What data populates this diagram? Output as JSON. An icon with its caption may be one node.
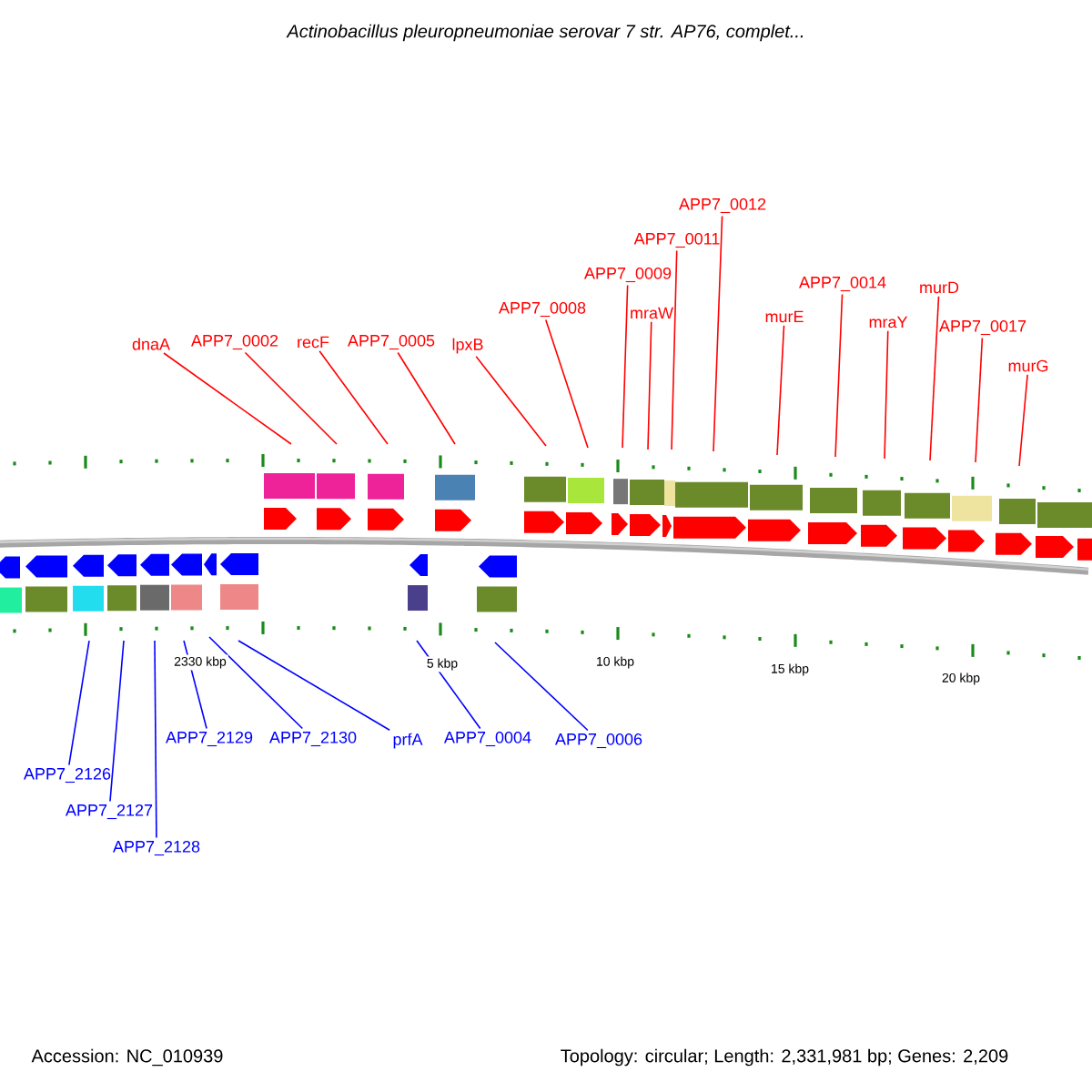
{
  "diagram": {
    "title": "Actinobacillus pleuropneumoniae serovar 7 str. AP76, complet...",
    "nodes": [
      {
        "text": [
          "dnaA"
        ]
      },
      {
        "text": [
          "APP7_0002"
        ]
      },
      {
        "text": [
          "recF"
        ]
      },
      {
        "text": [
          "APP7_0005"
        ]
      },
      {
        "text": [
          "lpxB"
        ]
      },
      {
        "text": [
          "APP7_0008"
        ]
      },
      {
        "text": [
          "APP7_0009"
        ]
      },
      {
        "text": [
          "mraW"
        ]
      },
      {
        "text": [
          "APP7_0011"
        ]
      },
      {
        "text": [
          "APP7_0012"
        ]
      },
      {
        "text": [
          "murE"
        ]
      },
      {
        "text": [
          "APP7_0014"
        ]
      },
      {
        "text": [
          "mraY"
        ]
      },
      {
        "text": [
          "murD"
        ]
      },
      {
        "text": [
          "APP7_0017"
        ]
      },
      {
        "text": [
          "murG"
        ]
      },
      {
        "text": [
          "APP7_2126"
        ]
      },
      {
        "text": [
          "APP7_2127"
        ]
      },
      {
        "text": [
          "APP7_2128"
        ]
      },
      {
        "text": [
          "APP7_2129"
        ]
      },
      {
        "text": [
          "APP7_2130"
        ]
      },
      {
        "text": [
          "prfA"
        ]
      },
      {
        "text": [
          "APP7_0004"
        ]
      },
      {
        "text": [
          "APP7_0006"
        ]
      }
    ],
    "edges": [
      {
        "from": 0,
        "to": null,
        "arrow": "none"
      },
      {
        "from": 1,
        "to": null,
        "arrow": "none"
      },
      {
        "from": 2,
        "to": null,
        "arrow": "none"
      },
      {
        "from": 3,
        "to": null,
        "arrow": "none"
      },
      {
        "from": 4,
        "to": null,
        "arrow": "none"
      },
      {
        "from": 5,
        "to": null,
        "arrow": "none"
      },
      {
        "from": 6,
        "to": null,
        "arrow": "none"
      },
      {
        "from": 7,
        "to": null,
        "arrow": "none"
      },
      {
        "from": 8,
        "to": null,
        "arrow": "none"
      },
      {
        "from": 9,
        "to": null,
        "arrow": "none"
      },
      {
        "from": 10,
        "to": null,
        "arrow": "none"
      },
      {
        "from": 11,
        "to": null,
        "arrow": "none"
      },
      {
        "from": 12,
        "to": null,
        "arrow": "none"
      },
      {
        "from": 13,
        "to": null,
        "arrow": "none"
      },
      {
        "from": 14,
        "to": null,
        "arrow": "none"
      },
      {
        "from": 15,
        "to": null,
        "arrow": "none"
      },
      {
        "from": 16,
        "to": null,
        "arrow": "none",
        "color": "#0000ff"
      },
      {
        "from": 17,
        "to": null,
        "arrow": "none",
        "color": "#0000ff"
      },
      {
        "from": 18,
        "to": null,
        "arrow": "none",
        "color": "#0000ff"
      },
      {
        "from": 19,
        "to": null,
        "arrow": "none",
        "color": "#0000ff"
      },
      {
        "from": 20,
        "to": null,
        "arrow": "none",
        "color": "#0000ff"
      },
      {
        "from": 21,
        "to": null,
        "arrow": "none",
        "color": "#0000ff"
      },
      {
        "from": 22,
        "to": null,
        "arrow": "none",
        "color": "#0000ff"
      },
      {
        "from": 23,
        "to": null,
        "arrow": "none",
        "color": "#0000ff"
      }
    ],
    "labels": [
      "2330 kbp",
      "5 kbp",
      "10 kbp",
      "15 kbp",
      "20 kbp",
      "Accession: NC_010939",
      "Topology: circular; Length: 2,331,981 bp; Genes: 2,209"
    ]
  }
}
